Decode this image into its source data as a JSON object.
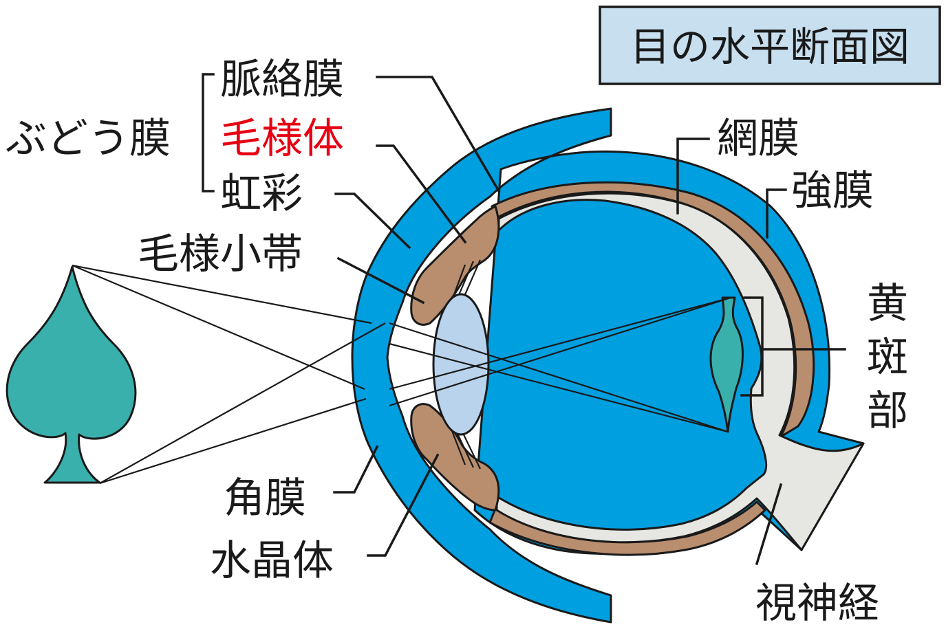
{
  "title": "目の水平断面図",
  "labels": {
    "uvea": "ぶどう膜",
    "choroid": "脈絡膜",
    "ciliary_body": "毛様体",
    "iris": "虹彩",
    "zonule": "毛様小帯",
    "cornea": "角膜",
    "lens": "水晶体",
    "retina": "網膜",
    "sclera": "強膜",
    "macula": "黄斑部",
    "optic_nerve": "視神経"
  },
  "colors": {
    "sclera_blue": "#009fe0",
    "choroid_brown": "#b98e6f",
    "retina_gray": "#e6e6e2",
    "lens_blue": "#b9d3ec",
    "object_teal": "#3ab0ad",
    "title_box": "#c7dfee",
    "highlight_red": "#e60012"
  }
}
